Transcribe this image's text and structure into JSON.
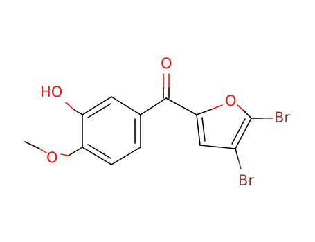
{
  "colors": {
    "background": "#ffffff",
    "bond": "#000000",
    "oxygen": "#ff0d0d",
    "bromine": "#8b3a3a"
  },
  "atoms": {
    "carbonyl_oxygen": "O",
    "furan_oxygen": "O",
    "hydroxyl": "HO",
    "methoxy_oxygen": "O",
    "bromine_1": "Br",
    "bromine_2": "Br"
  }
}
